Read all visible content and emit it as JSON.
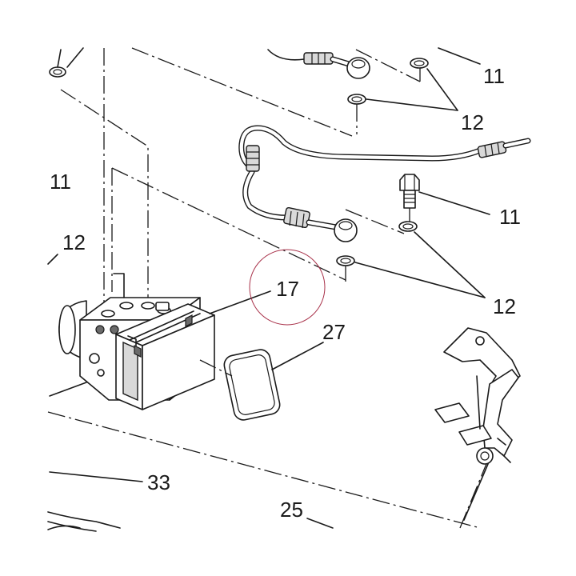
{
  "callouts": {
    "c11_top_right": "11",
    "c12_top_right": "12",
    "c11_left": "11",
    "c12_left": "12",
    "c11_bolt": "11",
    "c12_mid_right": "12",
    "c17": "17",
    "c27": "27",
    "c33": "33",
    "c25": "25"
  },
  "highlight_color": "#a8324a"
}
